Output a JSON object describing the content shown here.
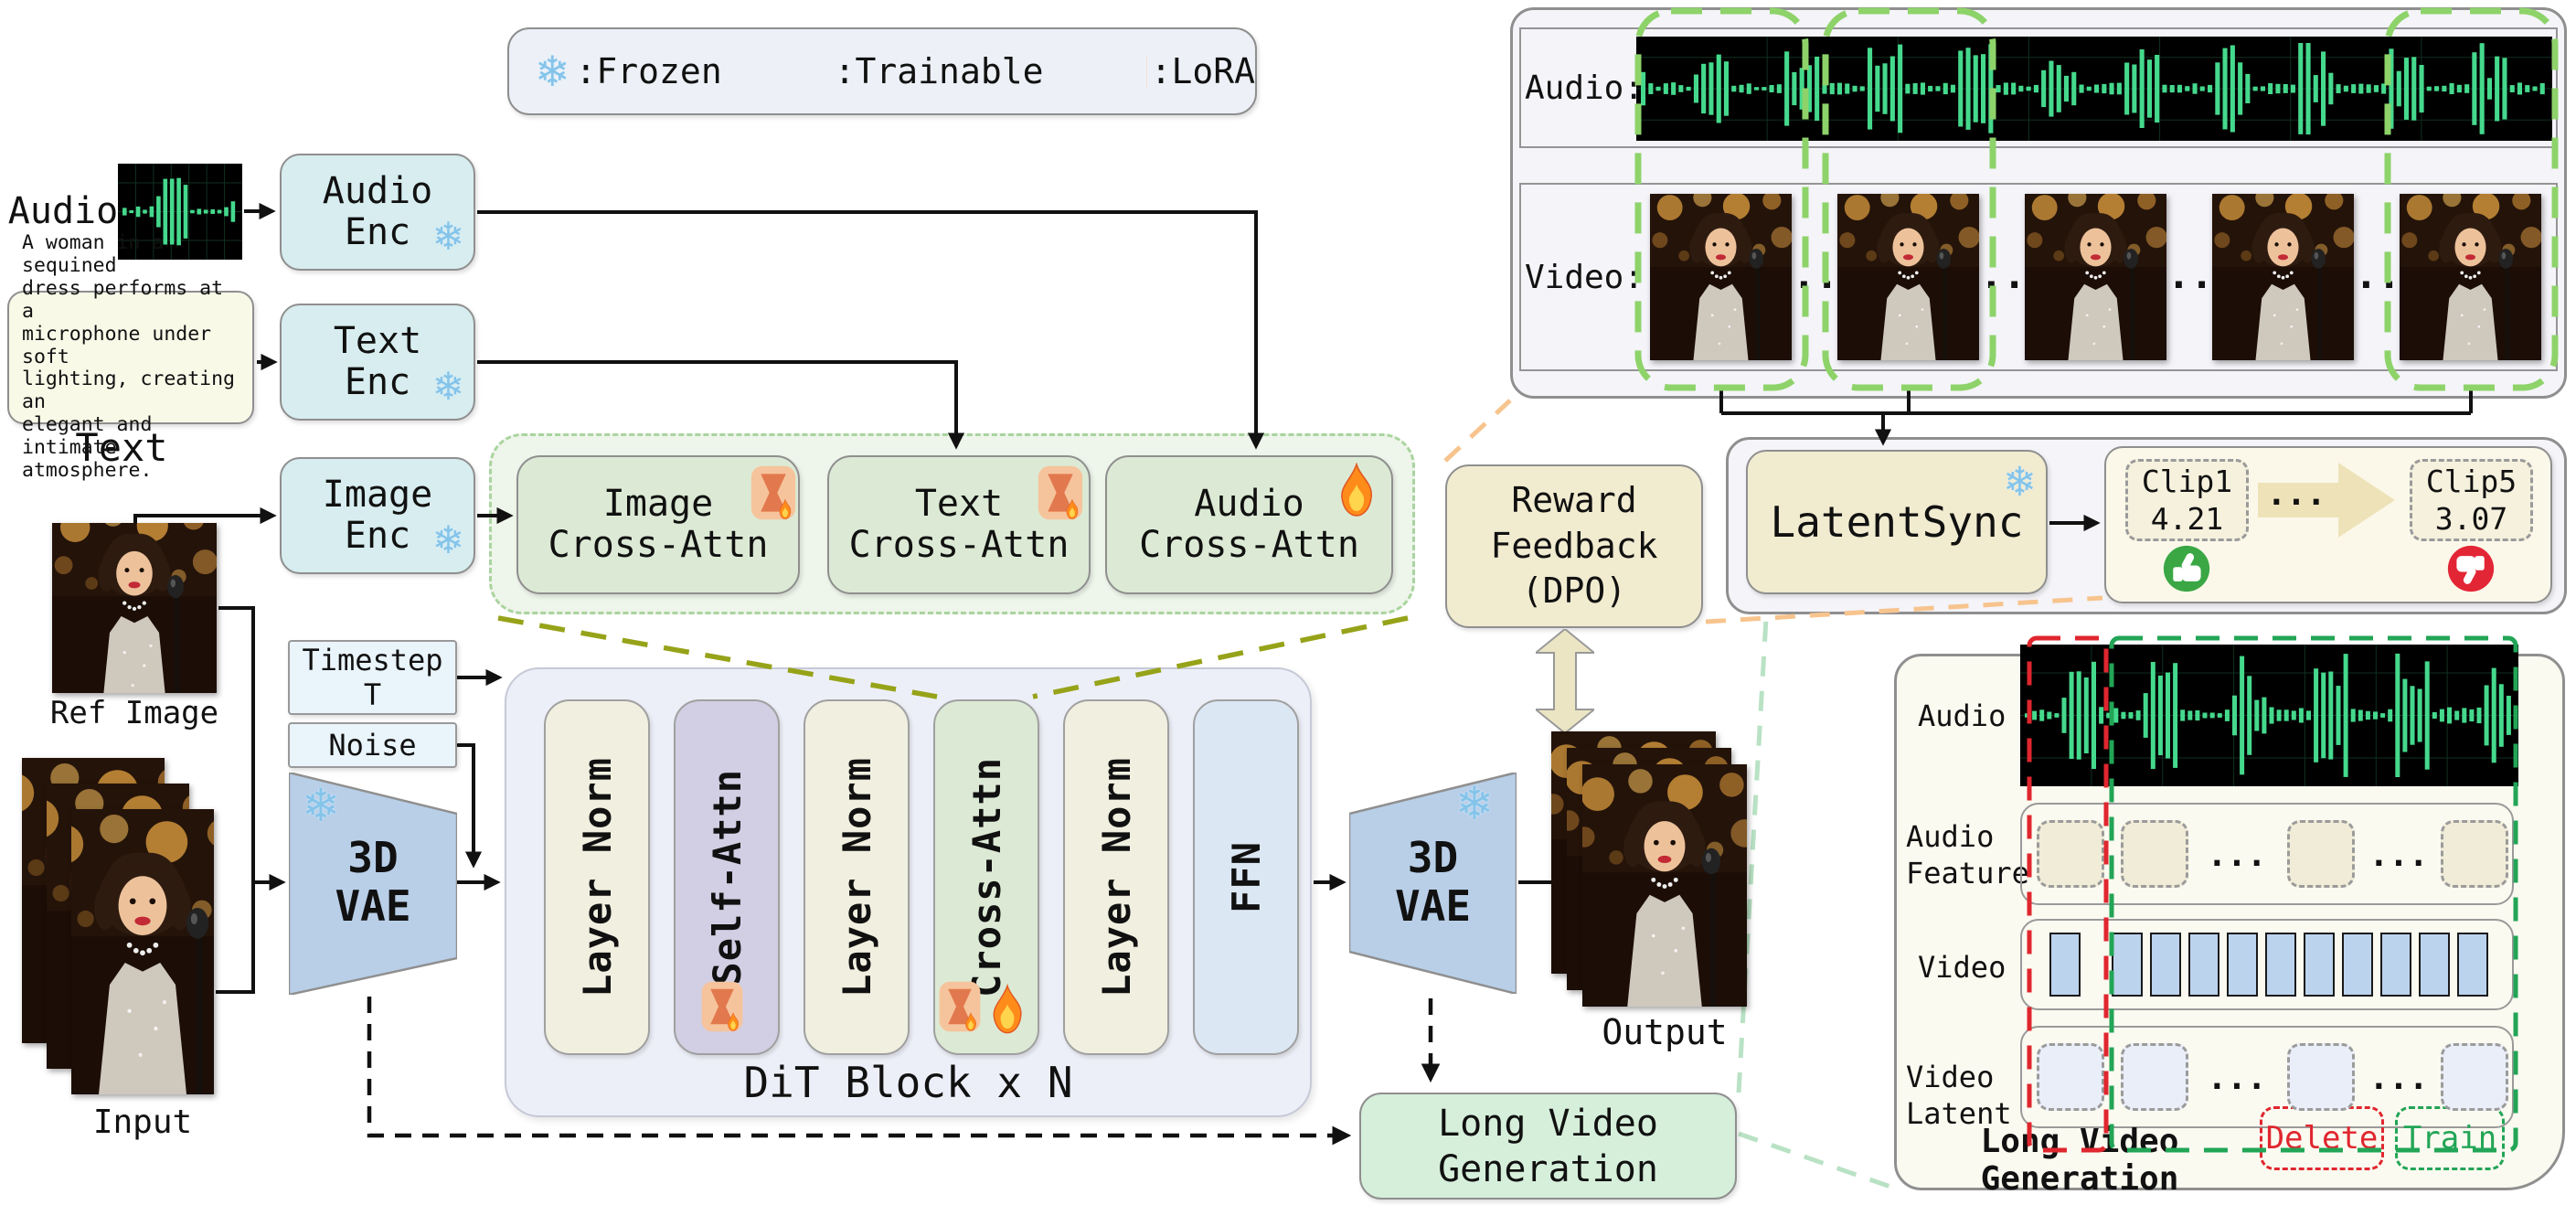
{
  "legend": {
    "frozen": ":Frozen",
    "trainable": ":Trainable",
    "lora": ":LoRA"
  },
  "inputs": {
    "audio_label": "Audio",
    "text_prompt_lines": [
      "A woman in a sequined",
      "dress performs at a",
      "microphone under soft",
      "lighting, creating an",
      "elegant and intimate",
      "atmosphere."
    ],
    "text_label": "Text",
    "ref_image_label": "Ref Image",
    "input_label": "Input"
  },
  "encoders": {
    "audio_line1": "Audio",
    "audio_line2": "Enc",
    "text_line1": "Text",
    "text_line2": "Enc",
    "image_line1": "Image",
    "image_line2": "Enc"
  },
  "cross_attn": {
    "image_line1": "Image",
    "image_line2": "Cross-Attn",
    "text_line1": "Text",
    "text_line2": "Cross-Attn",
    "audio_line1": "Audio",
    "audio_line2": "Cross-Attn"
  },
  "dit": {
    "pills": [
      "Layer Norm",
      "Self-Attn",
      "Layer Norm",
      "Cross-Attn",
      "Layer Norm",
      "FFN"
    ],
    "caption": "DiT Block x N",
    "timestep_line1": "Timestep",
    "timestep_line2": "T",
    "noise": "Noise",
    "vae_line1": "3D",
    "vae_line2": "VAE"
  },
  "output_label": "Output",
  "reward": {
    "line1": "Reward",
    "line2": "Feedback",
    "line3": "(DPO)"
  },
  "long_video_box": {
    "line1": "Long Video",
    "line2": "Generation"
  },
  "dpo_panel": {
    "audio_label": "Audio:",
    "video_label": "Video:",
    "frame_dots": "..",
    "latentsync": "LatentSync",
    "clip1_name": "Clip1",
    "clip1_score": "4.21",
    "clip5_name": "Clip5",
    "clip5_score": "3.07",
    "dots": "..."
  },
  "lvg_panel": {
    "row_audio": "Audio",
    "row_audio_feature_1": "Audio",
    "row_audio_feature_2": "Feature",
    "row_video": "Video",
    "row_video_latent_1": "Video",
    "row_video_latent_2": "Latent",
    "title": "Long Video Generation",
    "delete_label": "Delete",
    "train_label": "Train",
    "dots": "..."
  },
  "colors": {
    "encoder_fill": "#d7edef",
    "cross_attn_fill": "#dcead5",
    "cross_attn_container": "#eef5ea",
    "dit_fill": "#edeff8",
    "pill_cream": "#f1f0e0",
    "pill_purple": "#d2cfe4",
    "pill_green": "#dcead5",
    "pill_blue": "#dce7f4",
    "vae_fill": "#b9cfe8",
    "cream_box": "#f1ebd0",
    "green_box": "#d6efdb",
    "waveform_green": "#45d98d",
    "clip_dash_green": "#8ed36a",
    "delete_red": "#e0262e",
    "train_green": "#22a556",
    "orange_callout": "#f7c48e",
    "olive_dash": "#96a319",
    "thumb_up": "#3aa744",
    "thumb_down": "#e32636"
  }
}
